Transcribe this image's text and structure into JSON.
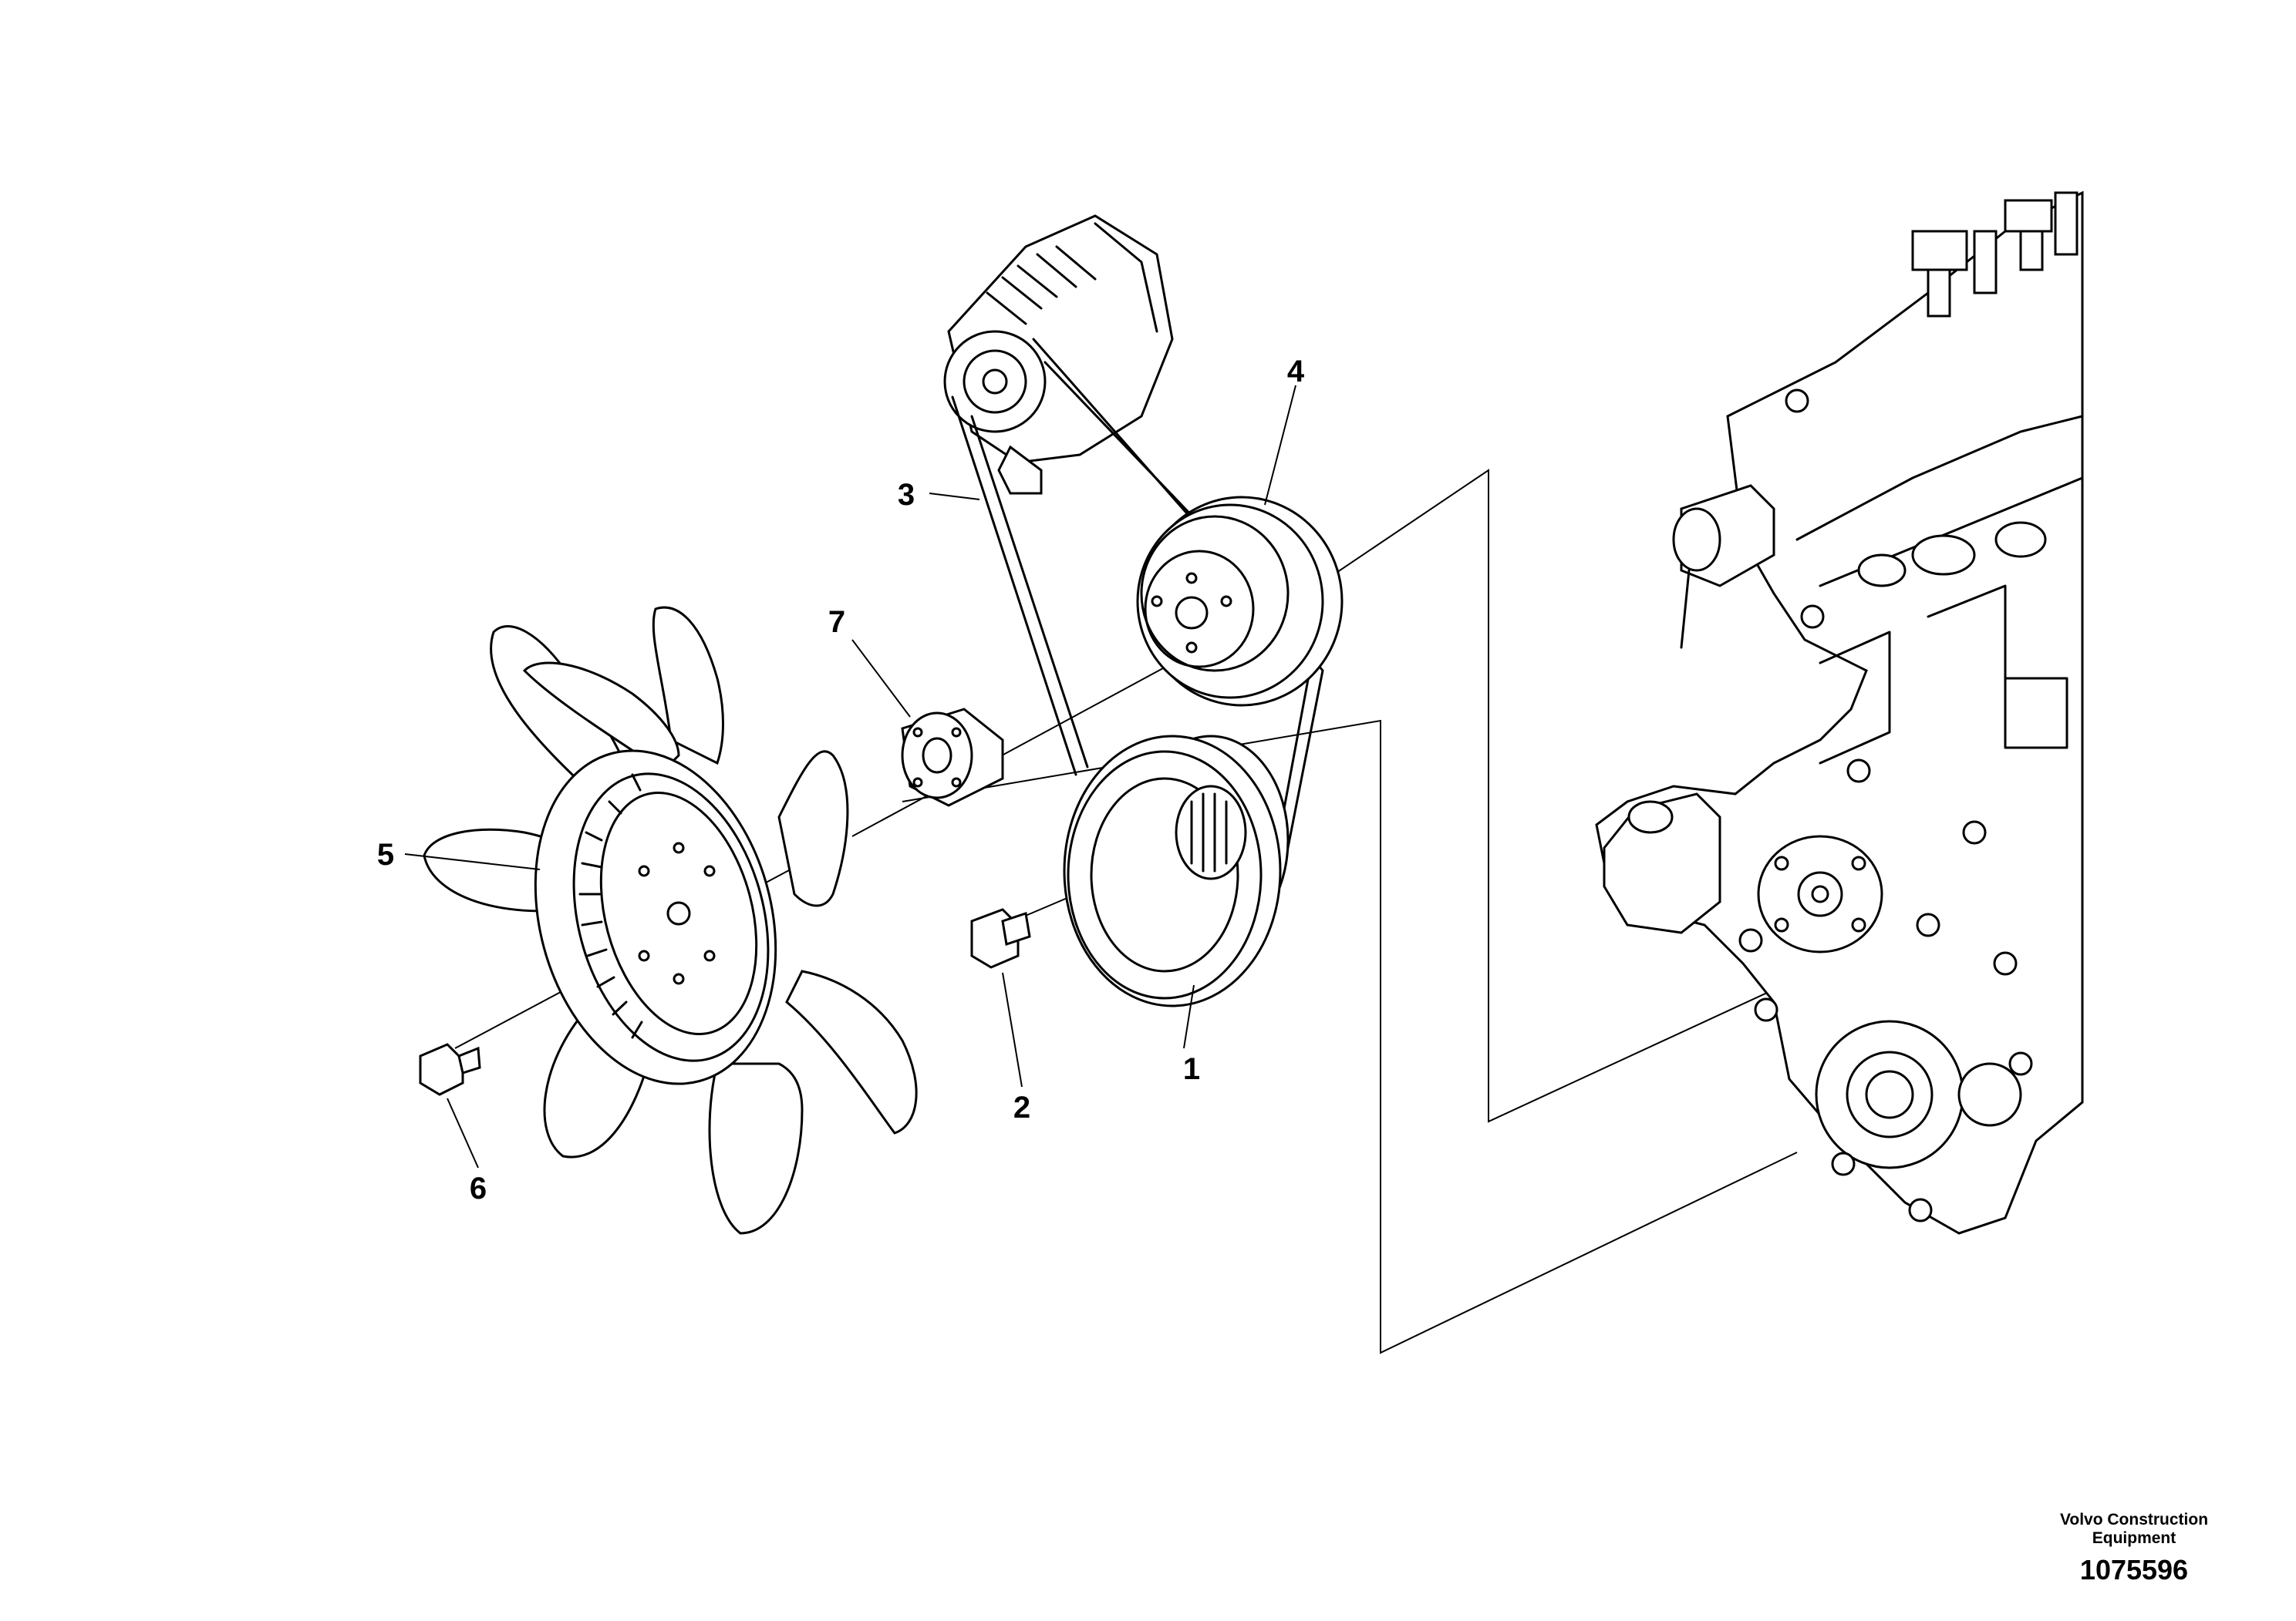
{
  "callouts": [
    "1",
    "2",
    "3",
    "4",
    "5",
    "6",
    "7"
  ],
  "footer": {
    "brand_line1": "Volvo Construction",
    "brand_line2": "Equipment",
    "drawing_number": "1075596"
  }
}
